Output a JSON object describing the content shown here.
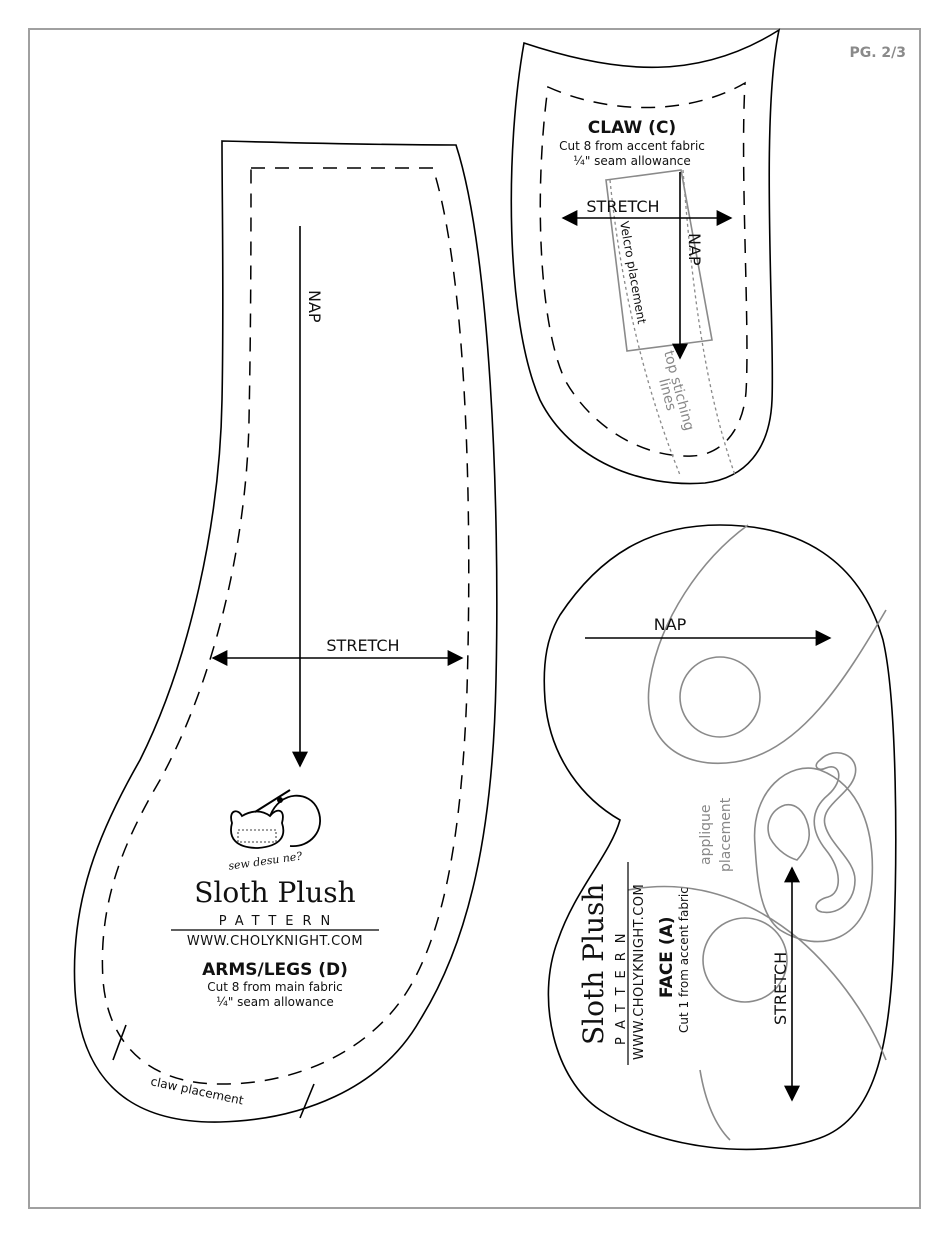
{
  "page": {
    "number_label": "PG. 2/3"
  },
  "claw": {
    "title": "CLAW (C)",
    "cut": "Cut 8 from accent fabric",
    "seam": "¼\" seam allowance",
    "stretch": "STRETCH",
    "nap": "NAP",
    "velcro": "Velcro placement",
    "topstitch_1": "top stiching",
    "topstitch_2": "lines"
  },
  "arms": {
    "nap": "NAP",
    "stretch": "STRETCH",
    "logo_text": "sew desu ne?",
    "brand": "Sloth Plush",
    "pattern": "PATTERN",
    "url": "WWW.CHOLYKNIGHT.COM",
    "title": "ARMS/LEGS (D)",
    "cut": "Cut 8 from main fabric",
    "seam": "¼\" seam allowance",
    "claw_placement": "claw placement"
  },
  "face": {
    "nap": "NAP",
    "stretch": "STRETCH",
    "applique_1": "applique",
    "applique_2": "placement",
    "brand": "Sloth Plush",
    "pattern": "PATTERN",
    "url": "WWW.CHOLYKNIGHT.COM",
    "title": "FACE (A)",
    "cut": "Cut 1 from accent fabric"
  },
  "colors": {
    "frame": "#a0a0a0",
    "line": "#000000",
    "guide": "#8a8a8a"
  }
}
